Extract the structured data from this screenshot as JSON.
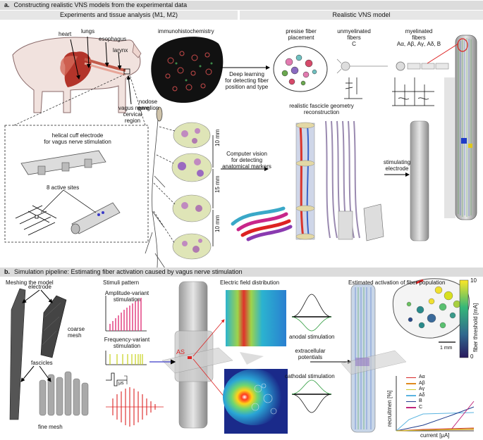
{
  "section_a": {
    "letter": "a.",
    "title": "Constructing realistic VNS models from the experimental data",
    "left_header": "Experiments and tissue analysis (M1, M2)",
    "right_header": "Realistic VNS model"
  },
  "anatomy": {
    "heart": "heart",
    "lungs": "lungs",
    "esophagus": "esophagus",
    "larynx": "larynx",
    "vagus1": "vagus nerve",
    "vagus2": "cervical",
    "vagus3": "region",
    "nodose1": "nodose",
    "nodose2": "ganglion"
  },
  "ihc": "immunohistochemistry",
  "electrode_box": {
    "title1": "helical cuff electrode",
    "title2": "for vagus nerve stimulation",
    "active_sites": "8 active sites"
  },
  "dims": {
    "d1": "10 mm",
    "d2": "15 mm",
    "d3": "10 mm"
  },
  "model": {
    "precise1": "presise fiber",
    "precise2": "placement",
    "unmy1": "unmyelinated",
    "unmy2": "fibers",
    "unmy3": "C",
    "my1": "myelinated",
    "my2": "fibers",
    "my3": "Aα, Aβ, Aγ, Aδ, B",
    "dl1": "Deep learning",
    "dl2": "for detecting fiber",
    "dl3": "position and type",
    "rf1": "realistic fascicle geometry",
    "rf2": "reconstruction",
    "cv1": "Computer vision",
    "cv2": "for detecting",
    "cv3": "anatomical markers",
    "se1": "stimulating",
    "se2": "electrode"
  },
  "section_b": {
    "letter": "b.",
    "title": "Simulation pipeline: Estimating fiber activation caused by vagus nerve stimulation"
  },
  "pipeline": {
    "mesh_title": "Meshing the model",
    "electrode": "electrode",
    "coarse1": "coarse",
    "coarse2": "mesh",
    "fascicles": "fascicles",
    "fine": "fine mesh",
    "stim_title": "Stimuli pattern",
    "amp1": "Amplitude-variant",
    "amp2": "stimulation",
    "freq1": "Frequency-variant",
    "freq2": "stimulation",
    "mu": "μs",
    "as": "AS",
    "ef_title": "Electric field distribution",
    "anodal": "anodal stimulation",
    "extra1": "extracellular",
    "extra2": "potentials",
    "cathodal": "cathodal stimulation",
    "act_title": "Estimated activation of fiber population",
    "cb_max": "10",
    "cb_min": "0",
    "cb_label": "fiber threshold [mA]",
    "scale": "1 mm",
    "recruit_y": "recruitmen [%]",
    "recruit_x": "current [μA]"
  },
  "legend": [
    {
      "name": "Aα",
      "color": "#d62728"
    },
    {
      "name": "Aβ",
      "color": "#e08a1e"
    },
    {
      "name": "Aγ",
      "color": "#c8c82a"
    },
    {
      "name": "Aδ",
      "color": "#5ab4e0"
    },
    {
      "name": "B",
      "color": "#1f3c8c"
    },
    {
      "name": "C",
      "color": "#c0267a"
    }
  ]
}
